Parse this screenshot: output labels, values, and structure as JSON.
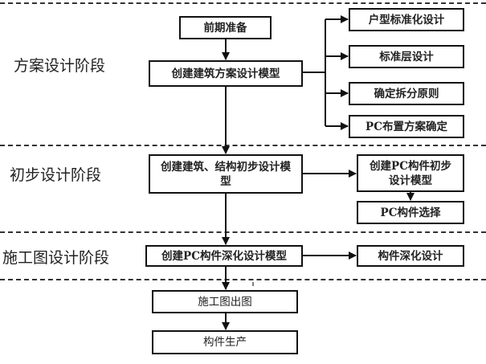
{
  "stages": [
    {
      "label": "方案设计阶段"
    },
    {
      "label": "初步设计阶段"
    },
    {
      "label": "施工图设计阶段"
    }
  ],
  "nodes": {
    "prep": "前期准备",
    "scheme_model": "创建建筑方案设计模型",
    "unit_std": "户型标准化设计",
    "floor_std": "标准层设计",
    "split_rule": "确定拆分原则",
    "pc_layout": "PC布置方案确定",
    "prelim_model": "创建建筑、结构初步设计模型",
    "pc_prelim_model": "创建PC构件初步设计模型",
    "pc_select": "PC构件选择",
    "pc_detail_model": "创建PC构件深化设计模型",
    "comp_detail": "构件深化设计",
    "drawing_out": "施工图出图",
    "production": "构件生产"
  },
  "edges": [
    [
      "prep",
      "scheme_model"
    ],
    [
      "scheme_model",
      "unit_std"
    ],
    [
      "scheme_model",
      "floor_std"
    ],
    [
      "scheme_model",
      "split_rule"
    ],
    [
      "scheme_model",
      "pc_layout"
    ],
    [
      "scheme_model",
      "prelim_model"
    ],
    [
      "prelim_model",
      "pc_prelim_model"
    ],
    [
      "pc_prelim_model",
      "pc_select"
    ],
    [
      "prelim_model",
      "pc_detail_model"
    ],
    [
      "pc_detail_model",
      "comp_detail"
    ],
    [
      "pc_detail_model",
      "drawing_out"
    ],
    [
      "drawing_out",
      "production"
    ]
  ]
}
